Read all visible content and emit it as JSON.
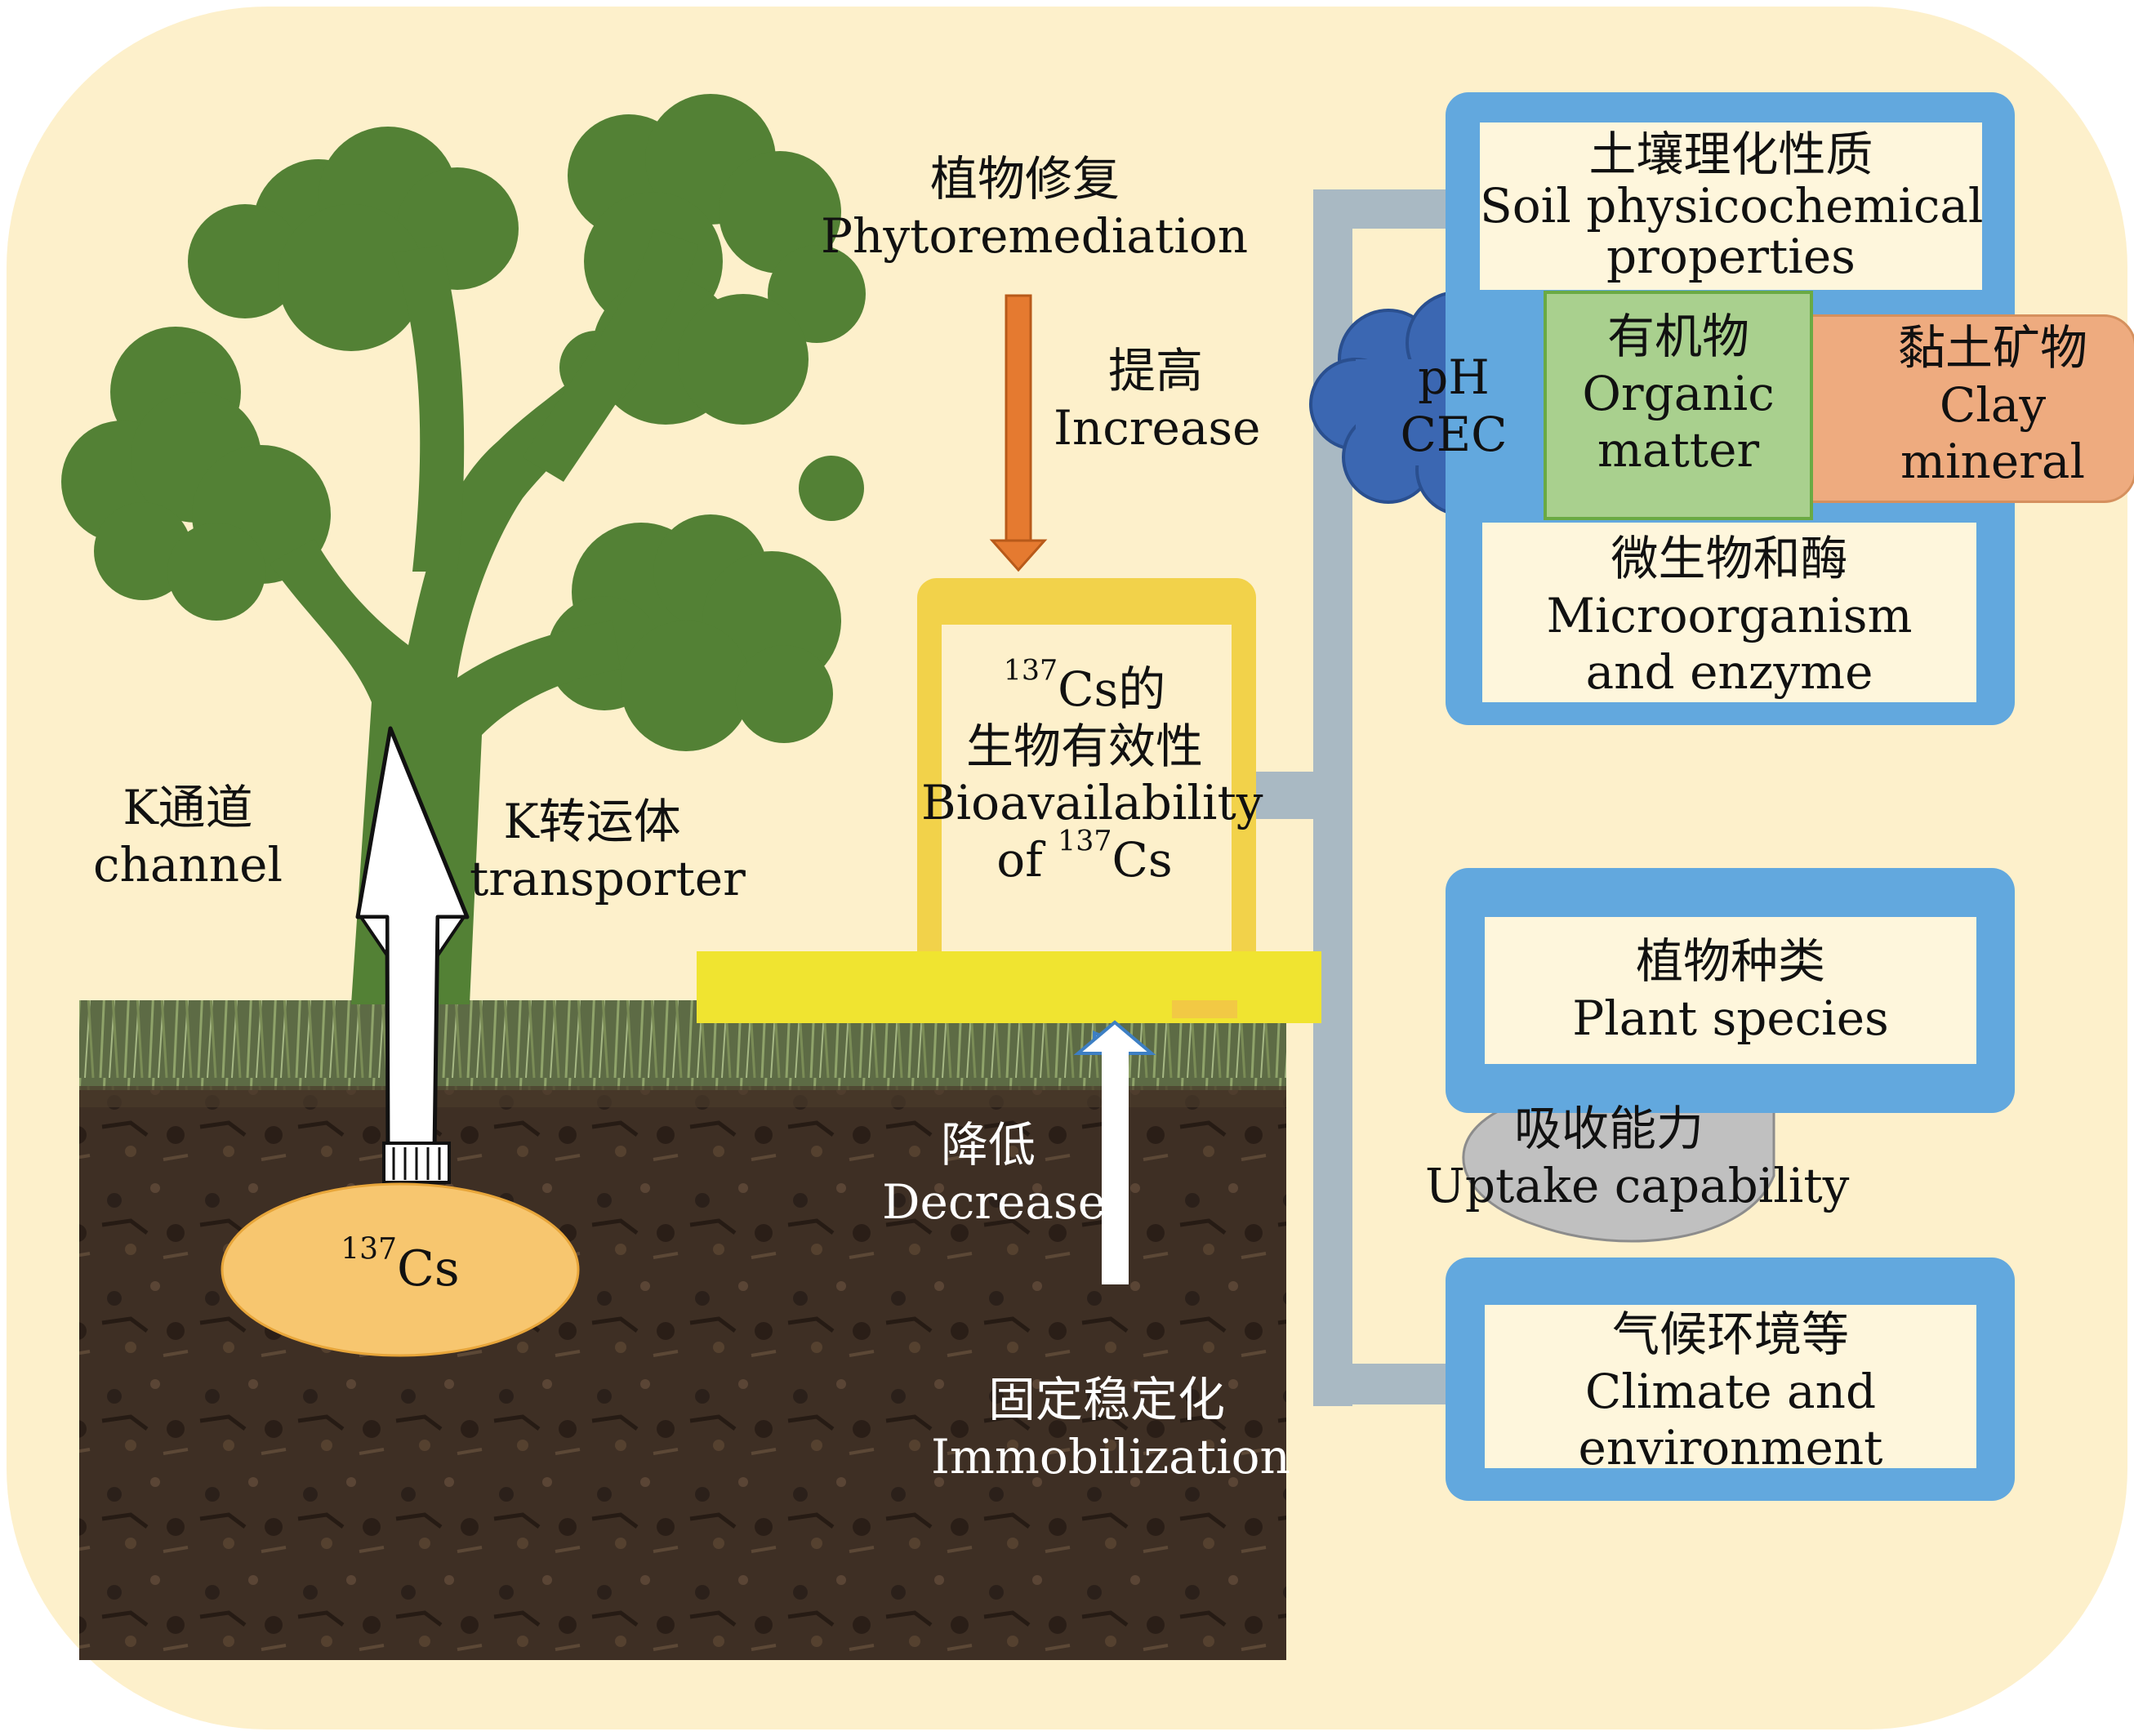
{
  "phytoremediation": {
    "zh": "植物修复",
    "en": "Phytoremediation"
  },
  "increase": {
    "zh": "提高",
    "en": "Increase"
  },
  "decrease": {
    "zh": "降低",
    "en": "Decrease"
  },
  "immobilization": {
    "zh": "固定稳定化",
    "en": "Immobilization"
  },
  "k_channel": {
    "zh": "K通道",
    "en": "channel"
  },
  "k_transporter": {
    "zh": "K转运体",
    "en": "transporter"
  },
  "cs_source": {
    "sup": "137",
    "label": "Cs"
  },
  "bioavailability": {
    "sup": "137",
    "zh_first": "Cs的",
    "zh_second": "生物有效性",
    "en": "Bioavailability",
    "of_prefix": "of ",
    "of_suffix": "Cs"
  },
  "soil_properties": {
    "zh": "土壤理化性质",
    "en_line1": "Soil physicochemical",
    "en_line2": "properties"
  },
  "ph_cec": {
    "line1": "pH",
    "line2": "CEC"
  },
  "organic_matter": {
    "zh": "有机物",
    "en_line1": "Organic",
    "en_line2": "matter"
  },
  "clay_mineral": {
    "zh": "黏土矿物",
    "en_line1": "Clay",
    "en_line2": "mineral"
  },
  "microorganism": {
    "zh": "微生物和酶",
    "en_line1": "Microorganism",
    "en_line2": "and enzyme"
  },
  "plant_species": {
    "zh": "植物种类",
    "en": "Plant species"
  },
  "uptake": {
    "zh": "吸收能力",
    "en": "Uptake capability"
  },
  "climate": {
    "zh": "气候环境等",
    "en_line1": "Climate and",
    "en_line2": "environment"
  },
  "colors": {
    "background": "#fdf0cb",
    "tree": "#538135",
    "soil": "#3e2f24",
    "grass": "#6f7c52",
    "arrow_orange": "#e57a30",
    "yellow_frame": "#f2d24a",
    "yellow_bar": "#f0e430",
    "blue_box": "#62a8de",
    "connector": "#a9b9c3",
    "cloud_blue": "#3b67b2",
    "organic_green": "#a9d08e",
    "clay_orange": "#eeab7f",
    "cs_ellipse": "#f7c66f",
    "uptake_gray": "#c0c0c0"
  }
}
